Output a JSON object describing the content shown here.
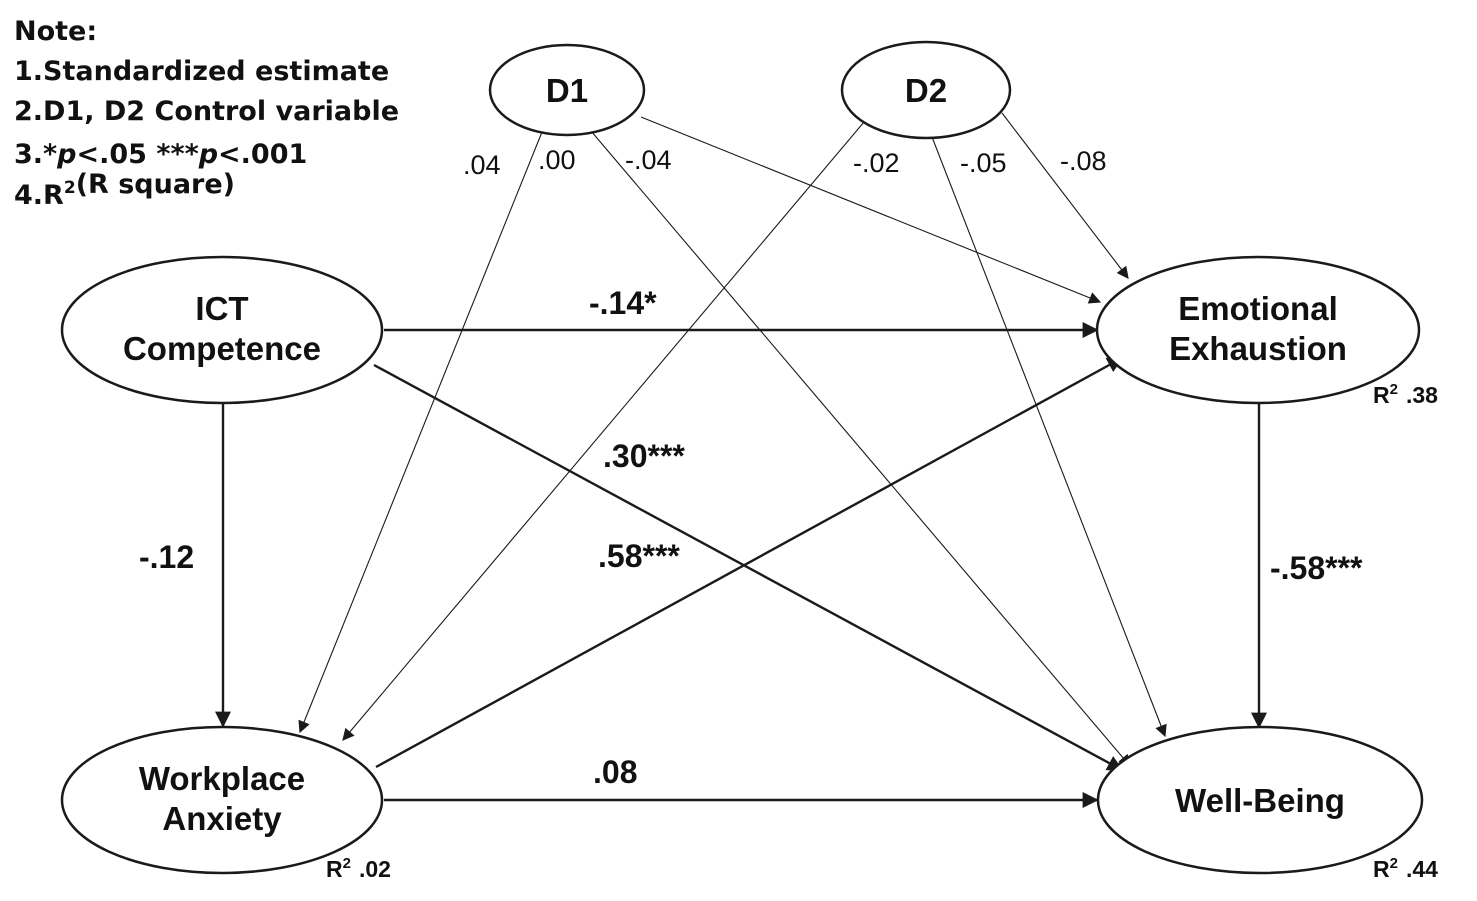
{
  "note": {
    "title": "Note:",
    "items": [
      {
        "parts": [
          {
            "t": "1.Standardized estimate"
          }
        ]
      },
      {
        "parts": [
          {
            "t": "2.D1, D2 Control variable"
          }
        ]
      },
      {
        "parts": [
          {
            "t": "3.*"
          },
          {
            "t": "p",
            "italic": true
          },
          {
            "t": "<.05 ***"
          },
          {
            "t": "p",
            "italic": true
          },
          {
            "t": "<.001"
          }
        ]
      },
      {
        "parts": [
          {
            "t": "4.R"
          },
          {
            "t": "2",
            "sup": true
          },
          {
            "t": "(R square)"
          }
        ]
      }
    ]
  },
  "nodes": {
    "d1": {
      "lines": [
        "D1"
      ]
    },
    "d2": {
      "lines": [
        "D2"
      ]
    },
    "ict": {
      "lines": [
        "ICT",
        "Competence"
      ]
    },
    "ee": {
      "lines": [
        "Emotional",
        "Exhaustion"
      ],
      "r2": ".38"
    },
    "wa": {
      "lines": [
        "Workplace",
        "Anxiety"
      ],
      "r2": ".02"
    },
    "wb": {
      "lines": [
        "Well-Being"
      ],
      "r2": ".44"
    }
  },
  "r2_label": "R",
  "r2_sup": "2",
  "paths": [
    {
      "from": "ict",
      "to": "ee",
      "coef": "-.14*",
      "kind": "main"
    },
    {
      "from": "ict",
      "to": "wa",
      "coef": "-.12",
      "kind": "main"
    },
    {
      "from": "ict",
      "to": "wb",
      "coef": ".30***",
      "kind": "main"
    },
    {
      "from": "wa",
      "to": "ee",
      "coef": ".58***",
      "kind": "main"
    },
    {
      "from": "wa",
      "to": "wb",
      "coef": ".08",
      "kind": "main"
    },
    {
      "from": "ee",
      "to": "wb",
      "coef": "-.58***",
      "kind": "main"
    },
    {
      "from": "d1",
      "to": "wa",
      "coef": ".04",
      "kind": "ctrl"
    },
    {
      "from": "d1",
      "to": "wb",
      "coef": ".00",
      "kind": "ctrl"
    },
    {
      "from": "d1",
      "to": "ee",
      "coef": "-.04",
      "kind": "ctrl"
    },
    {
      "from": "d2",
      "to": "wa",
      "coef": "-.02",
      "kind": "ctrl"
    },
    {
      "from": "d2",
      "to": "wb",
      "coef": "-.05",
      "kind": "ctrl"
    },
    {
      "from": "d2",
      "to": "ee",
      "coef": "-.08",
      "kind": "ctrl"
    }
  ]
}
